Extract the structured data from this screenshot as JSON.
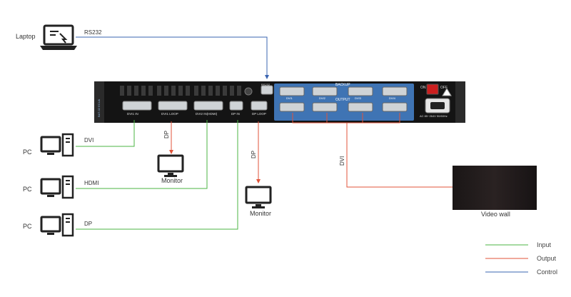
{
  "devices": {
    "laptop": "Laptop",
    "pc_dvi": "PC",
    "pc_hdmi": "PC",
    "pc_dp": "PC",
    "monitor_1": "Monitor",
    "monitor_2": "Monitor",
    "video_wall": "Video wall"
  },
  "connections": {
    "rs232": "RS232",
    "dvi_in": "DVI",
    "hdmi_in": "HDMI",
    "dp_in": "DP",
    "dp_to_monitor_1": "DP",
    "dp_to_monitor_2": "DP",
    "dvi_out": "DVI"
  },
  "panel": {
    "brand": "BAT-02 ECUA",
    "port_dvi1_in": "DVI1 IN",
    "port_dvi1_loop": "DVI1 LOOP",
    "port_dvi2": "DVI2 IN(HDMI)",
    "port_dp_in": "DP IN",
    "port_dp_loop": "DP LOOP",
    "port_rs232": "RS232",
    "backup": "BACKUP",
    "output": "OUTPUT",
    "b1": "DVI1",
    "b2": "DVI2",
    "b3": "DVI3",
    "b4": "DVI4",
    "power_on": "ON",
    "power_off": "OFF",
    "ac_spec": "AC 85~264V 50/60Hz"
  },
  "legend": [
    {
      "label": "Input",
      "color": "#4bb543"
    },
    {
      "label": "Output",
      "color": "#e0533a"
    },
    {
      "label": "Control",
      "color": "#3a64b0"
    }
  ],
  "icons": [
    "laptop-icon",
    "pc-icon",
    "monitor-icon",
    "arrow-icon"
  ]
}
